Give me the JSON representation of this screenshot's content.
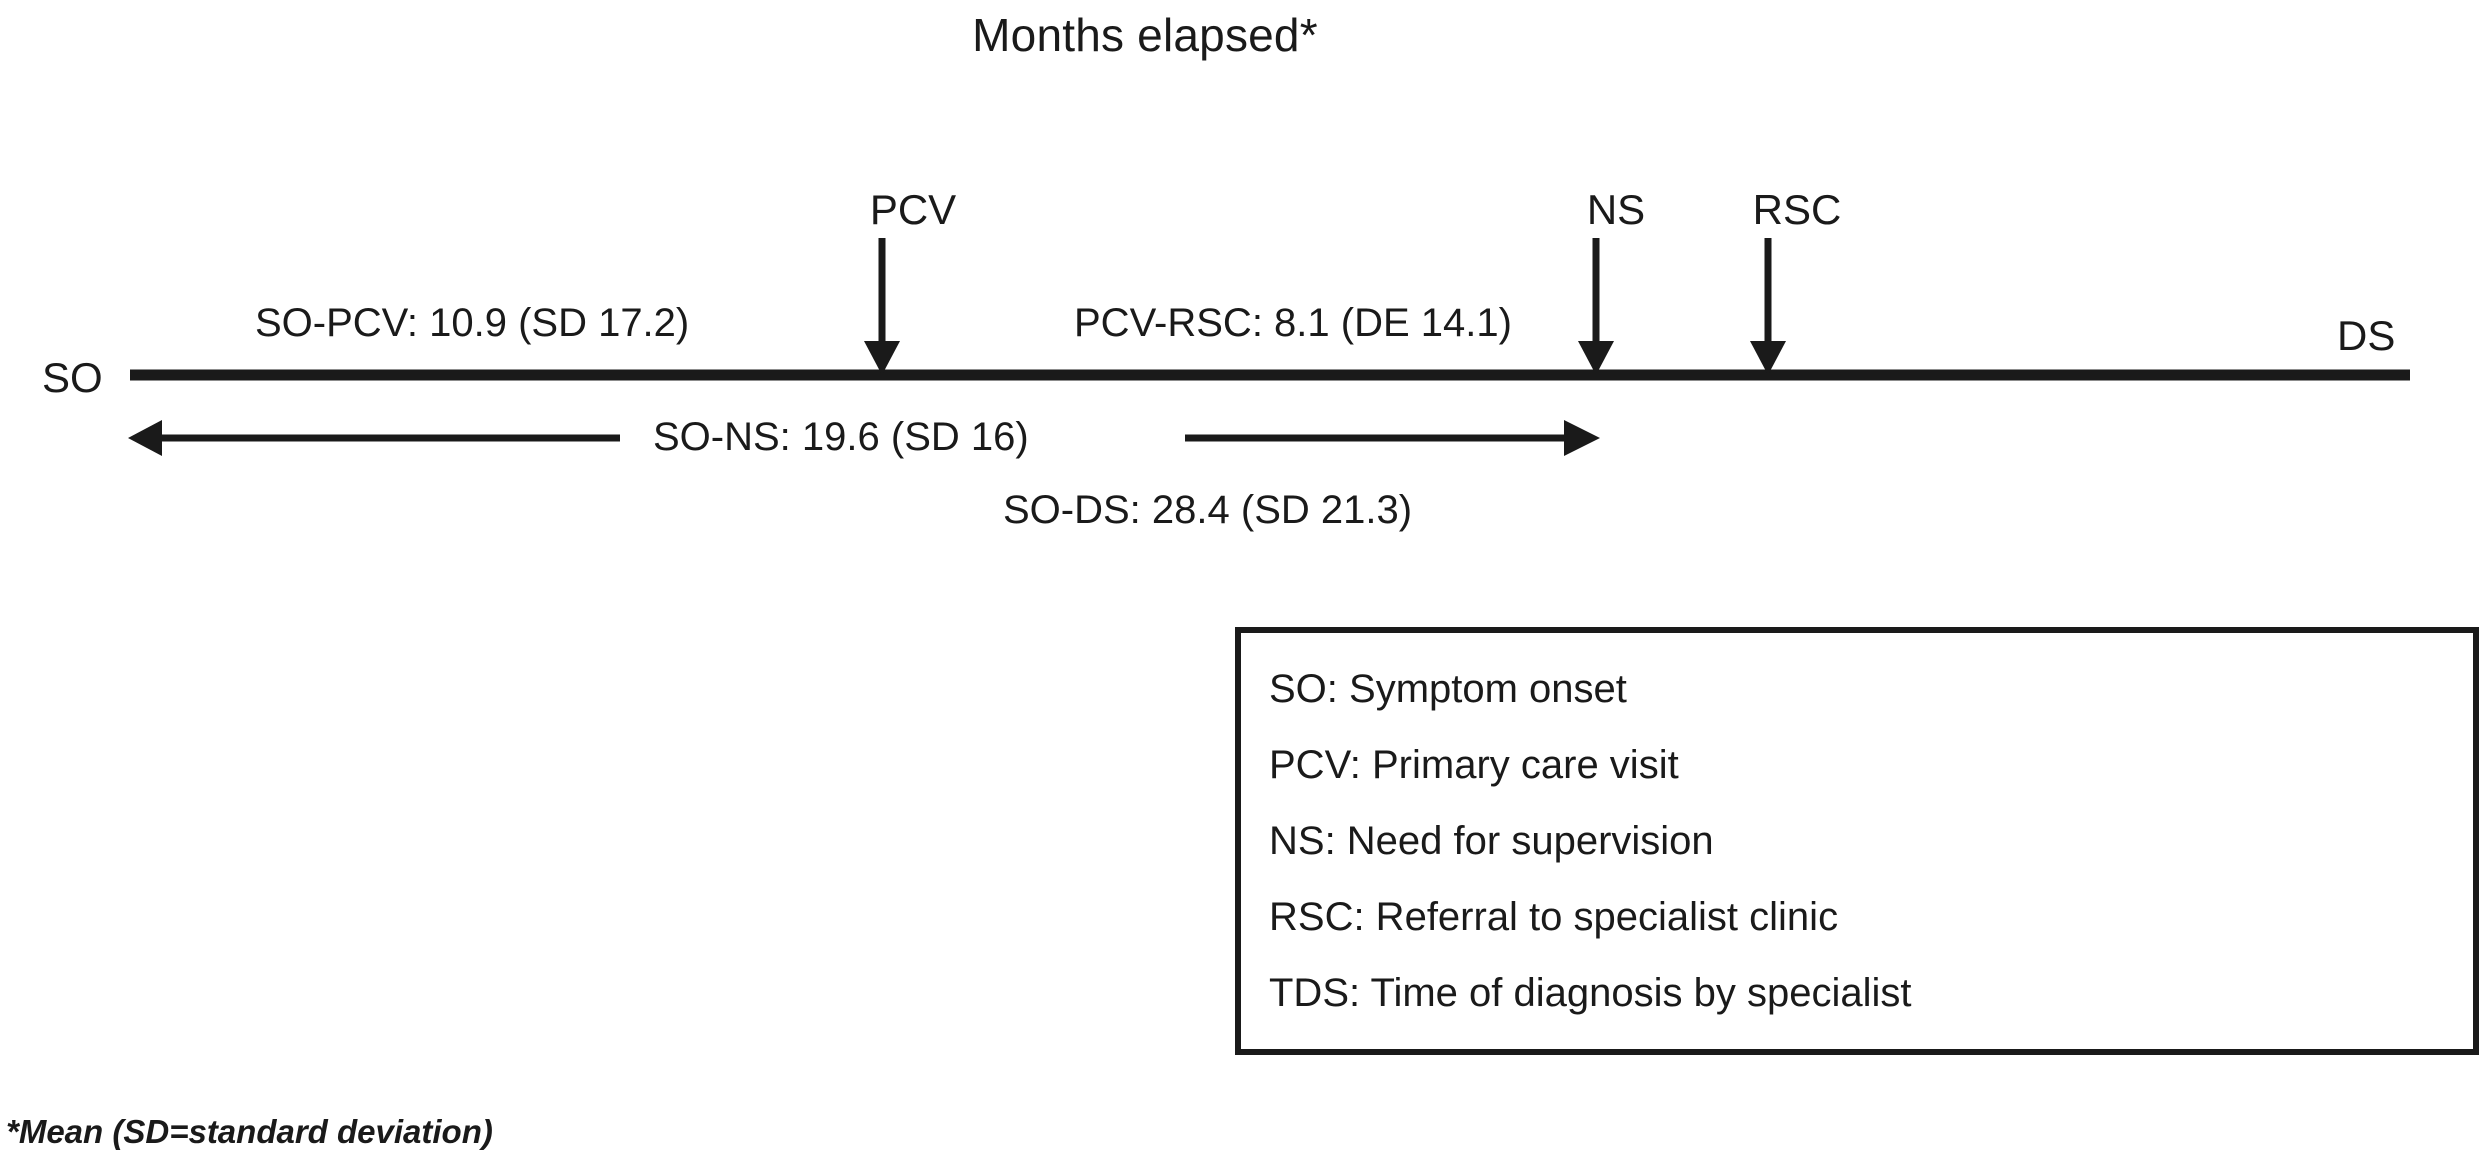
{
  "title": "Months elapsed*",
  "footnote": "*Mean (SD=standard deviation)",
  "axis": {
    "start_label": "SO",
    "end_label": "DS"
  },
  "events": [
    {
      "key": "pcv",
      "label": "PCV"
    },
    {
      "key": "ns",
      "label": "NS"
    },
    {
      "key": "rsc",
      "label": "RSC"
    }
  ],
  "intervals": [
    {
      "key": "so_pcv",
      "label": "SO-PCV:  10.9 (SD 17.2)"
    },
    {
      "key": "pcv_rsc",
      "label": "PCV-RSC: 8.1 (DE 14.1)"
    },
    {
      "key": "so_ns",
      "label": "SO-NS: 19.6 (SD 16)"
    },
    {
      "key": "so_ds",
      "label": "SO-DS: 28.4 (SD 21.3)"
    }
  ],
  "legend": {
    "entries": [
      {
        "abbr": "SO",
        "text": "SO: Symptom onset"
      },
      {
        "abbr": "PCV",
        "text": "PCV: Primary care visit"
      },
      {
        "abbr": "NS",
        "text": "NS: Need for supervision"
      },
      {
        "abbr": "RSC",
        "text": "RSC: Referral to specialist clinic"
      },
      {
        "abbr": "TDS",
        "text": "TDS: Time of diagnosis by specialist"
      }
    ]
  },
  "colors": {
    "ink": "#1a1a1a",
    "background": "#ffffff"
  },
  "chart_data": {
    "type": "timeline",
    "title": "Months elapsed*",
    "unit": "months",
    "note": "*Mean (SD=standard deviation)",
    "axis_start": "SO",
    "axis_end": "DS",
    "milestones": [
      {
        "code": "SO",
        "name": "Symptom onset",
        "months_from_SO": 0.0
      },
      {
        "code": "PCV",
        "name": "Primary care visit",
        "months_from_SO": 10.9
      },
      {
        "code": "NS",
        "name": "Need for supervision",
        "months_from_SO": 19.6
      },
      {
        "code": "RSC",
        "name": "Referral to specialist clinic",
        "months_from_SO": 19.0
      },
      {
        "code": "DS",
        "name": "Diagnosis by specialist",
        "months_from_SO": 28.4
      }
    ],
    "measures": [
      {
        "interval": "SO-PCV",
        "mean": 10.9,
        "sd": 17.2,
        "sd_label": "SD",
        "text": "SO-PCV:  10.9 (SD 17.2)"
      },
      {
        "interval": "PCV-RSC",
        "mean": 8.1,
        "sd": 14.1,
        "sd_label": "DE",
        "text": "PCV-RSC: 8.1 (DE 14.1)"
      },
      {
        "interval": "SO-NS",
        "mean": 19.6,
        "sd": 16,
        "sd_label": "SD",
        "text": "SO-NS: 19.6 (SD 16)"
      },
      {
        "interval": "SO-DS",
        "mean": 28.4,
        "sd": 21.3,
        "sd_label": "SD",
        "text": "SO-DS: 28.4 (SD 21.3)"
      }
    ],
    "legend": [
      "SO: Symptom onset",
      "PCV: Primary care visit",
      "NS: Need for supervision",
      "RSC: Referral to specialist clinic",
      "TDS: Time of diagnosis by specialist"
    ]
  }
}
